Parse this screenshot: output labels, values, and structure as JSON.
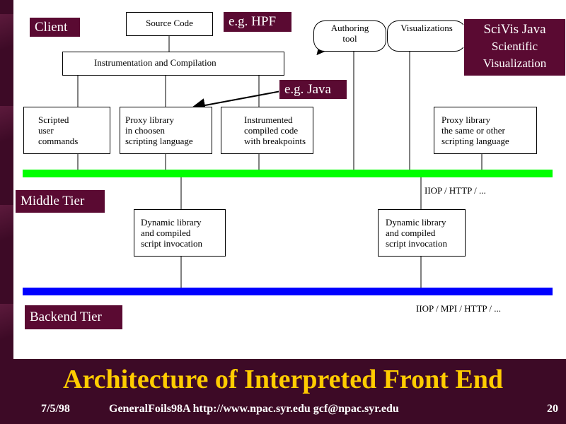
{
  "labels": {
    "client": "Client",
    "eg_hpf": "e.g. HPF",
    "scivis_title": "SciVis Java",
    "scivis_sub1": "Scientific",
    "scivis_sub2": "Visualization",
    "eg_java": "e.g. Java",
    "middle_tier": "Middle Tier",
    "backend_tier": "Backend Tier"
  },
  "boxes": {
    "source_code": "Source Code",
    "instrumentation": "Instrumentation and Compilation",
    "authoring_tool": "Authoring\ntool",
    "visualizations": "Visualizations",
    "scripted_commands": "Scripted\nuser\ncommands",
    "proxy_library_1": "Proxy library\nin choosen\nscripting language",
    "instrumented_code": "Instrumented\ncompiled code\nwith breakpoints",
    "proxy_library_2": "Proxy library\nthe same or other\nscripting language",
    "dynamic_library_1": "Dynamic library\nand compiled\nscript invocation",
    "dynamic_library_2": "Dynamic library\nand compiled\nscript invocation"
  },
  "protocols": {
    "middle": "IIOP / HTTP / ...",
    "backend": "IIOP / MPI / HTTP / ..."
  },
  "footer": {
    "title": "Architecture of Interpreted Front End",
    "date": "7/5/98",
    "source": "GeneralFoils98A   http://www.npac.syr.edu gcf@npac.syr.edu",
    "page": "20"
  },
  "colors": {
    "background": "#3d0a26",
    "label_fill": "#5a0a32",
    "title_text": "#ffcc00",
    "middle_bus": "#00ff00",
    "backend_bus": "#0000ff"
  }
}
